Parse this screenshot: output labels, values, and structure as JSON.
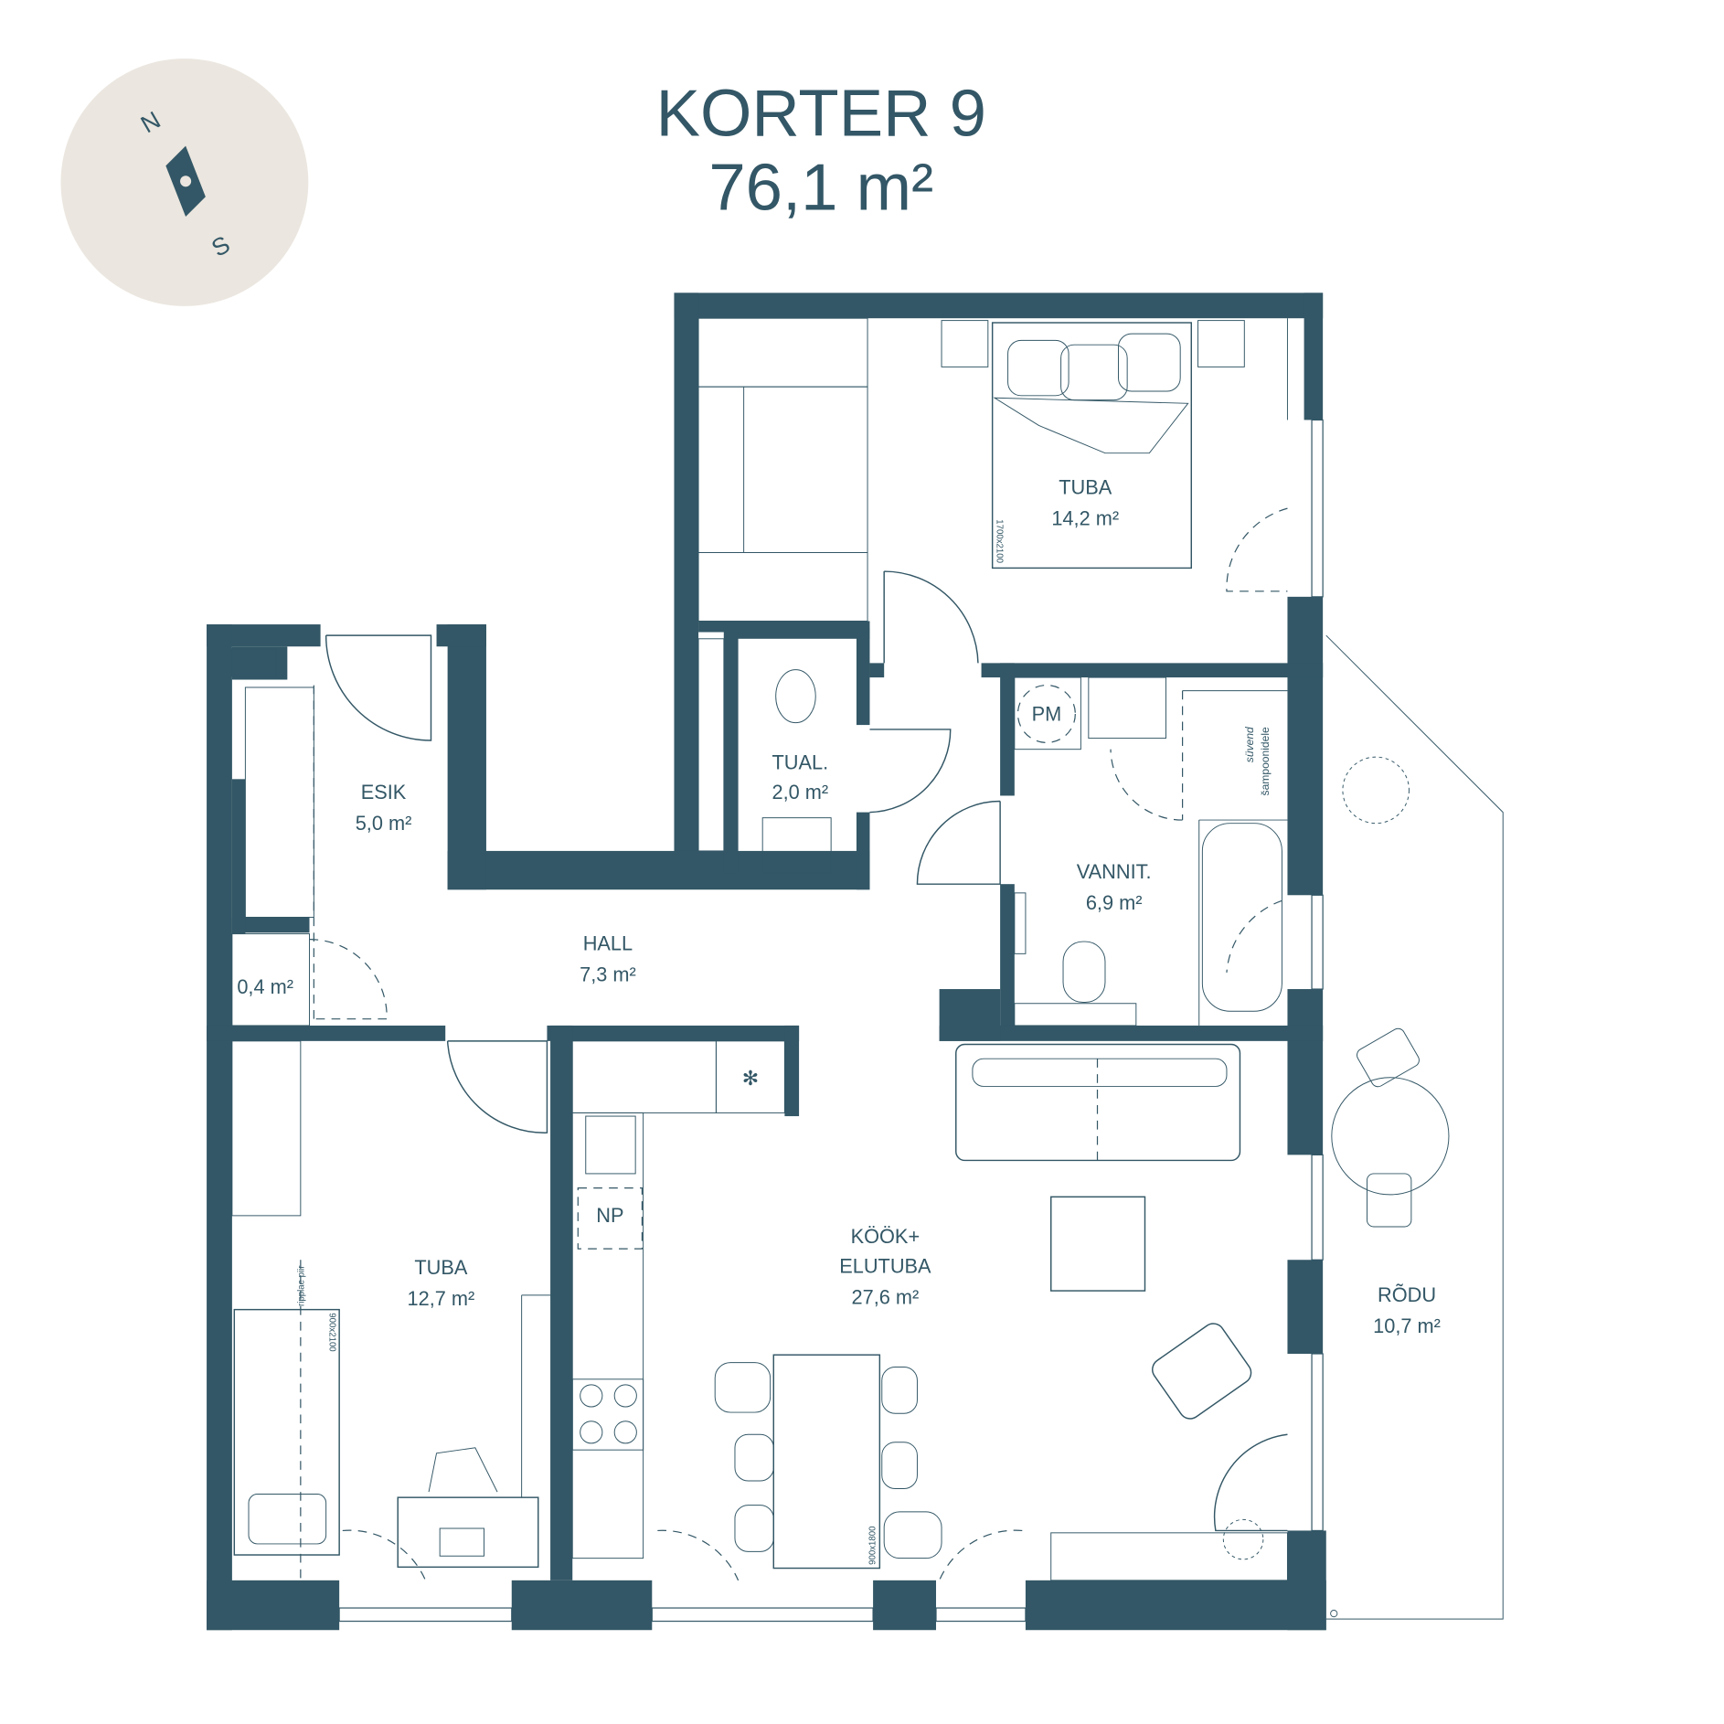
{
  "title": {
    "apartment": "KORTER 9",
    "area": "76,1 m²"
  },
  "compass": {
    "north": "N",
    "south": "S"
  },
  "colors": {
    "wall": "#335766",
    "compass_bg": "#ebe6df",
    "background": "#ffffff"
  },
  "rooms": [
    {
      "name": "TUBA",
      "area": "14,2 m²"
    },
    {
      "name": "ESIK",
      "area": "5,0 m²"
    },
    {
      "name": "TUAL.",
      "area": "2,0 m²"
    },
    {
      "name": "VANNIT.",
      "area": "6,9 m²"
    },
    {
      "name": "HALL",
      "area": "7,3 m²"
    },
    {
      "name": "",
      "area": "0,4 m²"
    },
    {
      "name": "TUBA",
      "area": "12,7 m²"
    },
    {
      "name": "KÖÖK+",
      "name2": "ELUTUBA",
      "area": "27,6 m²"
    },
    {
      "name": "RÕDU",
      "area": "10,7 m²"
    }
  ],
  "fixtures": {
    "pm": "PM",
    "np": "NP"
  },
  "notes": {
    "bed1": "1700x2100",
    "bed2": "900x2100",
    "table": "900x1800",
    "ceiling": "ripplae piir",
    "niche1": "süvend",
    "niche2": "šampoonidele"
  }
}
